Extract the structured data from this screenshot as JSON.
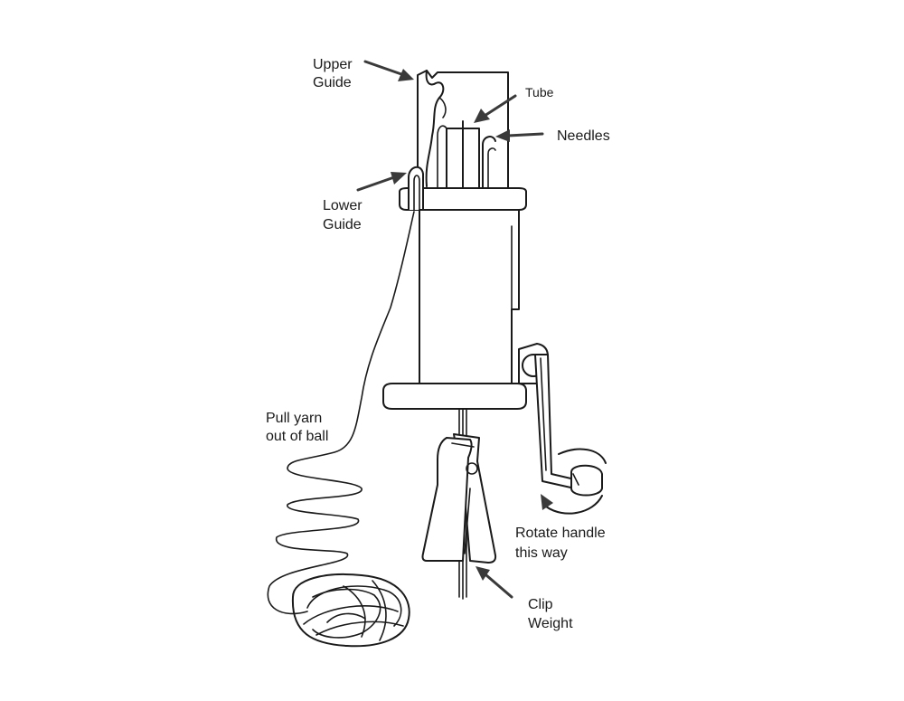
{
  "labels": {
    "upper_guide": [
      "Upper",
      "Guide"
    ],
    "tube": "Tube",
    "needles": "Needles",
    "lower_guide": [
      "Lower",
      "Guide"
    ],
    "pull_yarn": [
      "Pull yarn",
      "out of ball"
    ],
    "rotate_handle": [
      "Rotate handle",
      "this way"
    ],
    "clip_weight": [
      "Clip",
      "Weight"
    ]
  },
  "icons": {
    "machine": "circular-knitting-machine-icon",
    "yarn": "yarn-ball-icon",
    "clip": "clip-weight-icon"
  }
}
